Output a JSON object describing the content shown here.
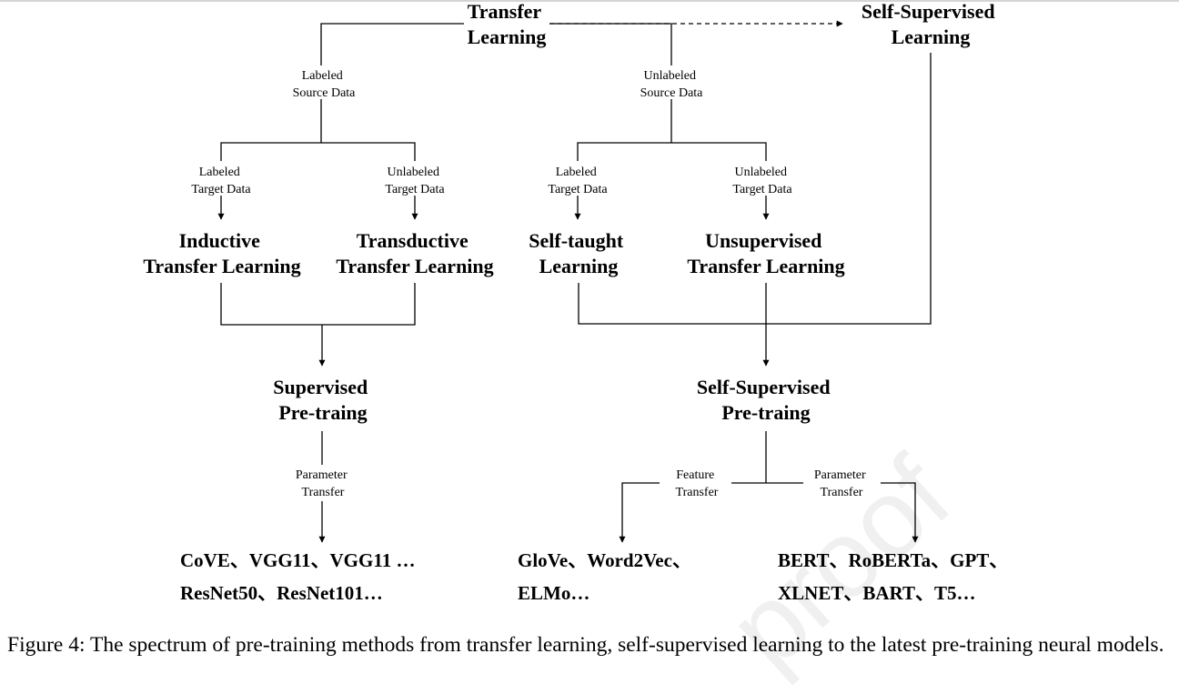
{
  "nodes": {
    "transfer_learning": [
      "Transfer",
      "Learning"
    ],
    "self_supervised_learning": [
      "Self-Supervised",
      "Learning"
    ],
    "inductive": [
      "Inductive",
      "Transfer Learning"
    ],
    "transductive": [
      "Transductive",
      "Transfer Learning"
    ],
    "self_taught": [
      "Self-taught",
      "Learning"
    ],
    "unsupervised": [
      "Unsupervised",
      "Transfer Learning"
    ],
    "supervised_pretraining": [
      "Supervised",
      "Pre-traing"
    ],
    "self_supervised_pretraining": [
      "Self-Supervised",
      "Pre-traing"
    ]
  },
  "edge_labels": {
    "labeled_source": [
      "Labeled",
      "Source Data"
    ],
    "unlabeled_source": [
      "Unlabeled",
      "Source Data"
    ],
    "left_labeled_target": [
      "Labeled",
      "Target Data"
    ],
    "left_unlabeled_target": [
      "Unlabeled",
      "Target Data"
    ],
    "right_labeled_target": [
      "Labeled",
      "Target Data"
    ],
    "right_unlabeled_target": [
      "Unlabeled",
      "Target Data"
    ],
    "parameter_transfer_left": [
      "Parameter",
      "Transfer"
    ],
    "feature_transfer": [
      "Feature",
      "Transfer"
    ],
    "parameter_transfer_right": [
      "Parameter",
      "Transfer"
    ]
  },
  "models": {
    "supervised_models": [
      "CoVE、VGG11、VGG11 …",
      "ResNet50、ResNet101…"
    ],
    "feature_models": [
      "GloVe、Word2Vec、",
      "ELMo…"
    ],
    "parameter_models": [
      "BERT、RoBERTa、GPT、",
      "XLNET、BART、T5…"
    ]
  },
  "watermark": "proof",
  "caption": "Figure 4: The spectrum of pre-training methods from transfer learning, self-supervised learning to the latest pre-training neural models."
}
